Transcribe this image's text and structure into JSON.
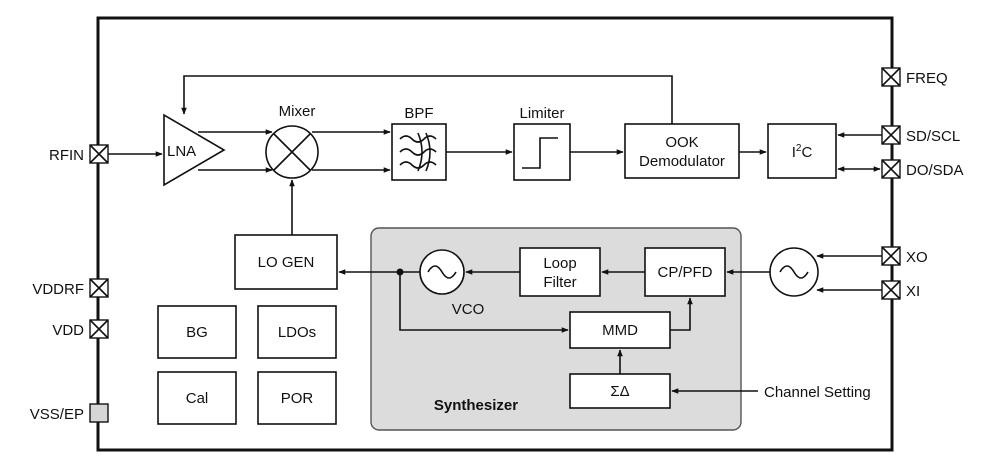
{
  "pins": {
    "freq": "FREQ",
    "sd_scl": "SD/SCL",
    "do_sda": "DO/SDA",
    "xo": "XO",
    "xi": "XI",
    "rfin": "RFIN",
    "vddrf": "VDDRF",
    "vdd": "VDD",
    "vss_ep": "VSS/EP"
  },
  "blocks": {
    "lna": "LNA",
    "mixer": "Mixer",
    "bpf": "BPF",
    "limiter": "Limiter",
    "ook_line1": "OOK",
    "ook_line2": "Demodulator",
    "i2c_base": "I",
    "i2c_sup": "2",
    "i2c_tail": "C",
    "lo_gen": "LO GEN",
    "vco": "VCO",
    "loop_line1": "Loop",
    "loop_line2": "Filter",
    "cp_pfd": "CP/PFD",
    "mmd": "MMD",
    "sigma_delta": "ΣΔ",
    "bg": "BG",
    "ldos": "LDOs",
    "cal": "Cal",
    "por": "POR",
    "synthesizer": "Synthesizer"
  },
  "external": {
    "channel_setting": "Channel Setting"
  }
}
